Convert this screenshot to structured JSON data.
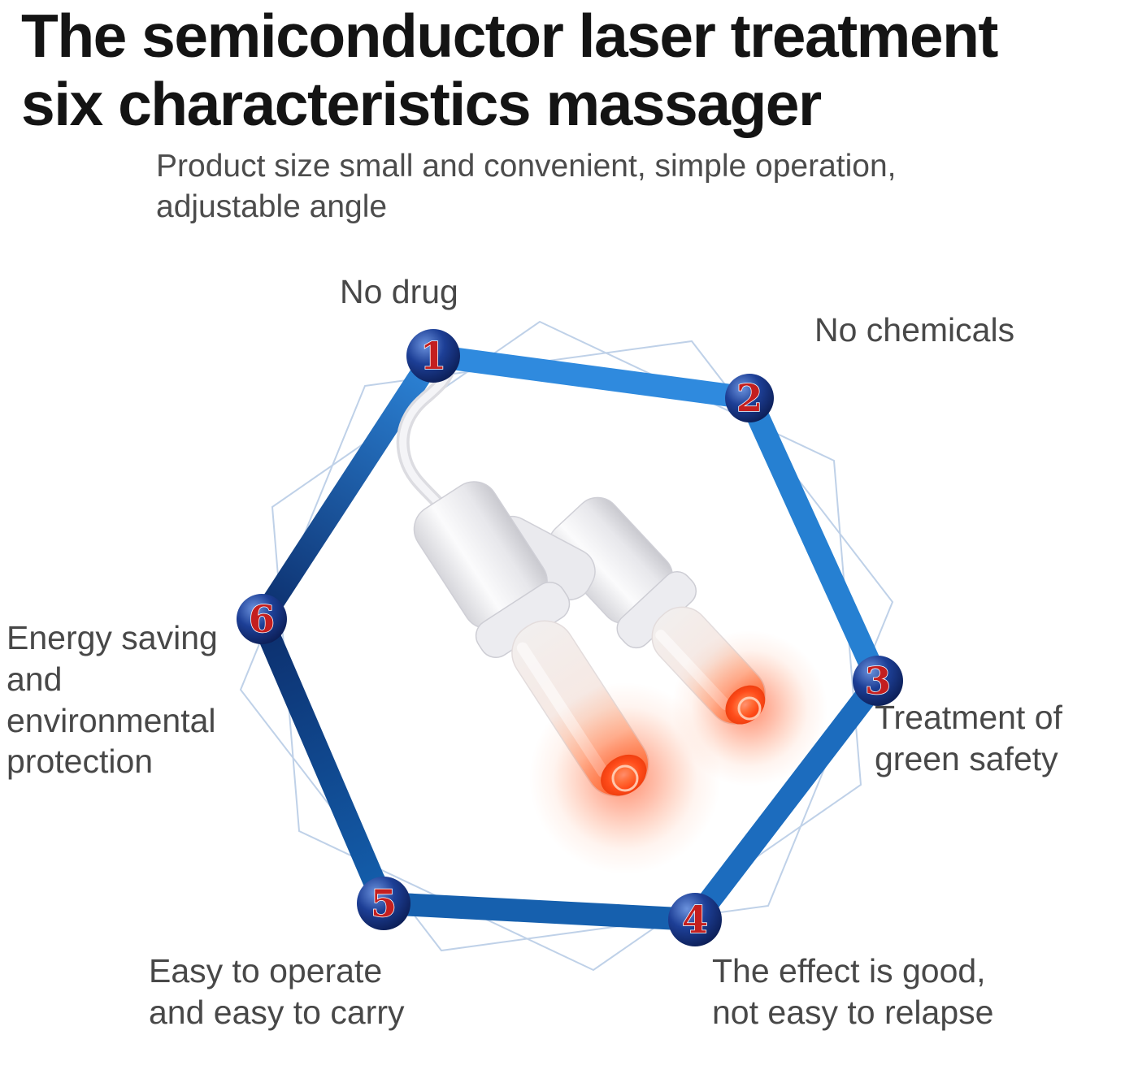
{
  "title": {
    "line1": "The semiconductor laser treatment",
    "line2": "six characteristics massager"
  },
  "subtitle": "Product size small and convenient, simple operation,\nadjustable angle",
  "diagram": {
    "shape": "hexagon",
    "items": [
      {
        "number": "1",
        "label": "No drug"
      },
      {
        "number": "2",
        "label": "No chemicals"
      },
      {
        "number": "3",
        "label": "Treatment of\ngreen safety"
      },
      {
        "number": "4",
        "label": "The effect is good,\nnot easy to relapse"
      },
      {
        "number": "5",
        "label": "Easy to operate\nand easy to carry"
      },
      {
        "number": "6",
        "label": "Energy saving\nand\nenvironmental\nprotection"
      }
    ],
    "colors": {
      "edge_blue": "#2680d2",
      "edge_dark_navy": "#0c2e6c",
      "node_navy": "#122c6e",
      "number_red": "#c41f1f",
      "outline_blue": "#b4c9e4",
      "glow_orange": "#ff4716"
    }
  }
}
